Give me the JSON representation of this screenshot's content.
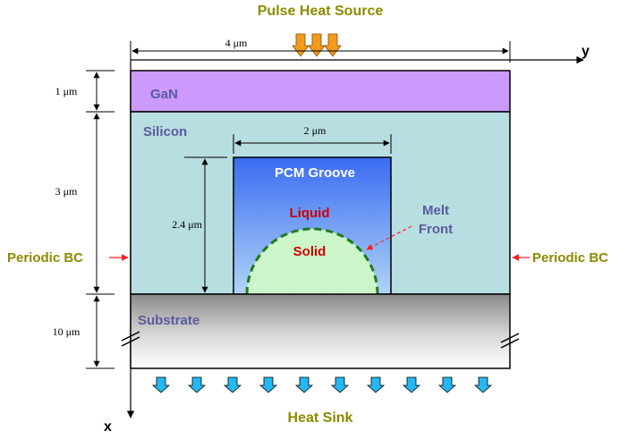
{
  "title": "Pulse Heat Source",
  "heat_sink": "Heat Sink",
  "axes": {
    "x": "x",
    "y": "y"
  },
  "layers": {
    "gan": "GaN",
    "silicon": "Silicon",
    "substrate": "Substrate"
  },
  "groove": {
    "title": "PCM  Groove",
    "liquid": "Liquid",
    "solid": "Solid"
  },
  "melt_front": {
    "line1": "Melt",
    "line2": "Front"
  },
  "boundary": {
    "left": "Periodic BC",
    "right": "Periodic BC"
  },
  "dimensions": {
    "width_total": "4 μm",
    "groove_width": "2 μm",
    "gan_thickness": "1 μm",
    "silicon_thickness": "3 μm",
    "groove_depth": "2.4 μm",
    "substrate_thickness": "10 μm"
  },
  "colors": {
    "title_text": "#8B8B00",
    "layer_text": "#5B5B9B",
    "gan_fill": "#CC99FF",
    "silicon_fill": "#B7DEE1",
    "groove_top": "#3A6CF2",
    "groove_bottom": "#B0D4F6",
    "solid_fill": "#CCF5C9",
    "melt_outline": "#1F7A1F",
    "liquid_text": "#CC0000",
    "heat_arrow": "#F39A1E",
    "sink_arrow": "#26B8F2",
    "bc_arrow": "#FF2020"
  }
}
